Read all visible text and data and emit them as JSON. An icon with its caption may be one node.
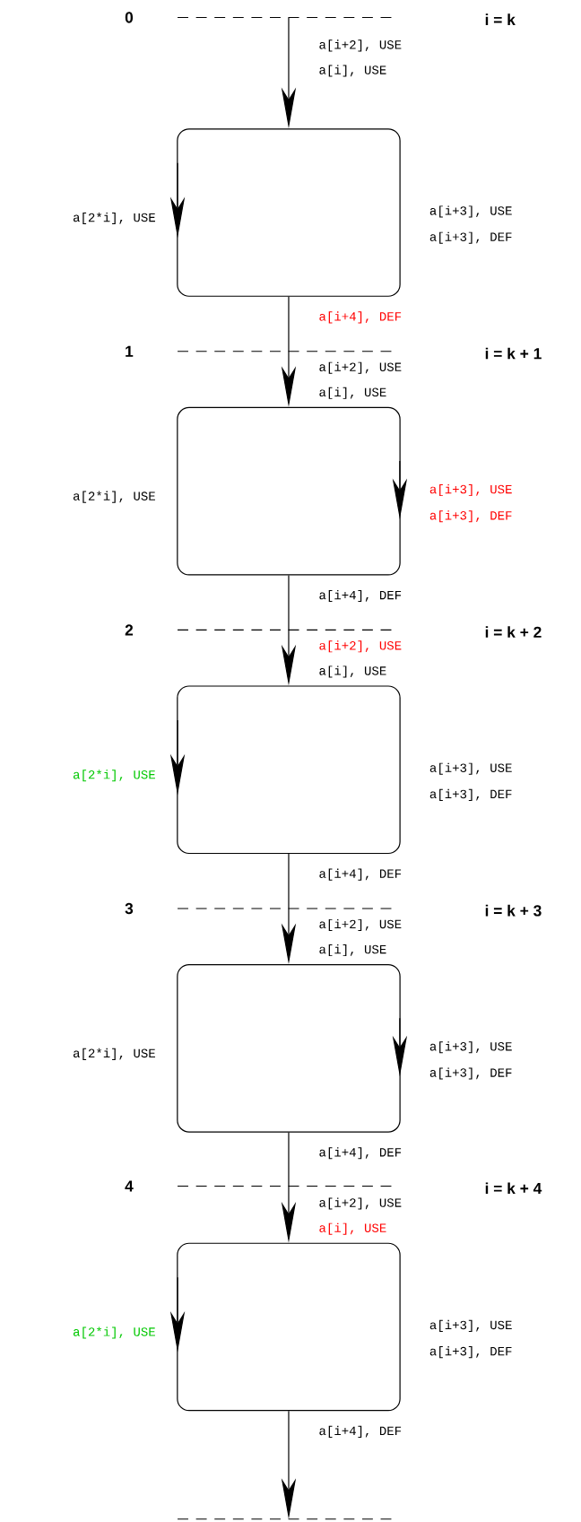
{
  "diagram": {
    "nodes": [
      {
        "text": [],
        "shape": "box",
        "beside": [
          "a[2*i], USE"
        ]
      },
      {
        "text": [],
        "shape": "box",
        "beside": [
          "a[2*i], USE"
        ]
      },
      {
        "text": [],
        "shape": "box",
        "beside": [
          "a[2*i], USE"
        ]
      },
      {
        "text": [],
        "shape": "box",
        "beside": [
          "a[2*i], USE"
        ]
      },
      {
        "text": [],
        "shape": "box",
        "beside": [
          "a[2*i], USE"
        ]
      }
    ],
    "edges": [
      {
        "from": null,
        "to": 0,
        "arrow": "to"
      },
      {
        "from": 0,
        "to": 1,
        "arrow": "to"
      },
      {
        "from": 1,
        "to": 2,
        "arrow": "to"
      },
      {
        "from": 2,
        "to": 3,
        "arrow": "to"
      },
      {
        "from": 3,
        "to": 4,
        "arrow": "to"
      },
      {
        "from": 4,
        "to": null,
        "arrow": "to"
      }
    ],
    "labels": [
      "0",
      "i = k",
      "a[i+2], USE",
      "a[i], USE",
      "a[i+3], USE",
      "a[i+3], DEF",
      "a[i+4], DEF",
      "1",
      "i = k + 1",
      "a[i+2], USE",
      "a[i], USE",
      "a[i+3], USE",
      "a[i+3], DEF",
      "a[i+4], DEF",
      "2",
      "i = k + 2",
      "a[i+2], USE",
      "a[i], USE",
      "a[i+3], USE",
      "a[i+3], DEF",
      "a[i+4], DEF",
      "3",
      "i = k + 3",
      "a[i+2], USE",
      "a[i], USE",
      "a[i+3], USE",
      "a[i+3], DEF",
      "a[i+4], DEF",
      "4",
      "i = k + 4",
      "a[i+2], USE",
      "a[i], USE",
      "a[i+3], USE",
      "a[i+3], DEF",
      "a[i+4], DEF"
    ]
  }
}
